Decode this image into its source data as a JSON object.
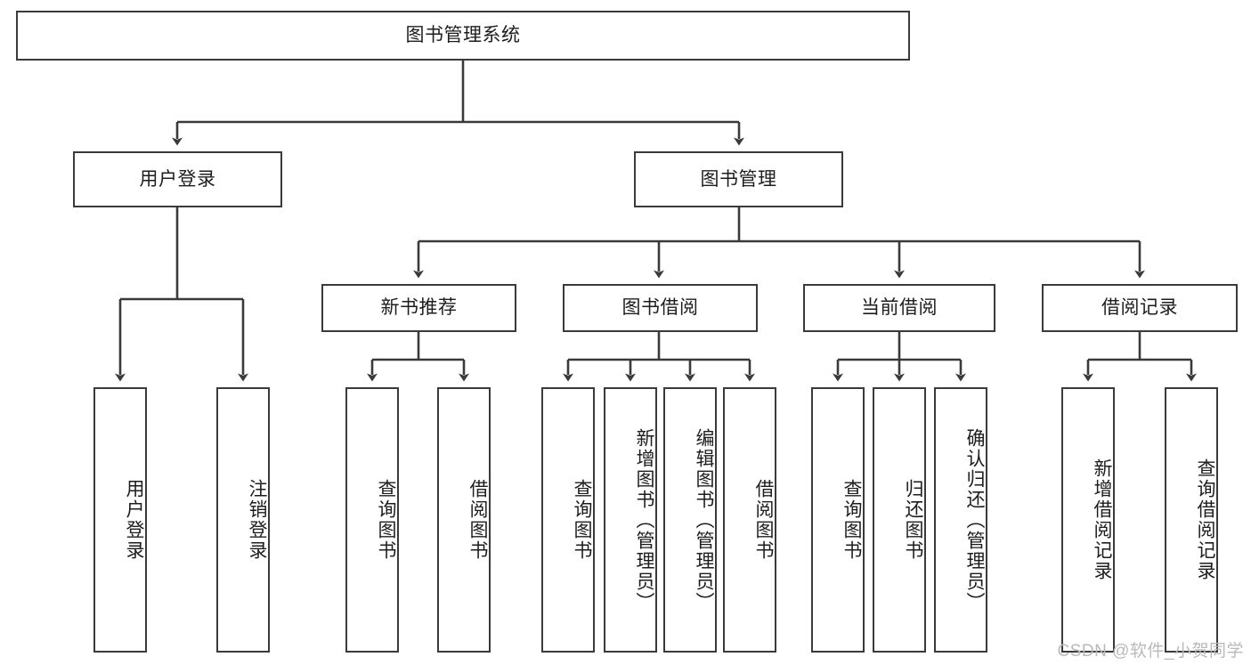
{
  "diagram": {
    "title": "图书管理系统",
    "type": "tree-hierarchy",
    "watermark": "CSDN @软件_小贺同学",
    "colors": {
      "box_border": "#3a3a3a",
      "box_fill": "#ffffff",
      "connector": "#3a3a3a",
      "text": "#1d1d1d",
      "watermark": "#b9b9b9",
      "background": "#ffffff"
    },
    "nodes": {
      "root": {
        "label": "图书管理系统",
        "orientation": "horizontal"
      },
      "level2": [
        {
          "id": "user-login",
          "label": "用户登录",
          "orientation": "horizontal"
        },
        {
          "id": "book-management",
          "label": "图书管理",
          "orientation": "horizontal"
        }
      ],
      "level3": [
        {
          "id": "new-book-recommend",
          "label": "新书推荐",
          "orientation": "horizontal"
        },
        {
          "id": "book-borrow",
          "label": "图书借阅",
          "orientation": "horizontal"
        },
        {
          "id": "current-borrow",
          "label": "当前借阅",
          "orientation": "horizontal"
        },
        {
          "id": "borrow-record",
          "label": "借阅记录",
          "orientation": "horizontal"
        }
      ],
      "leaves": [
        {
          "id": "leaf-user-login",
          "parent": "user-login",
          "label": "用户登录",
          "orientation": "vertical"
        },
        {
          "id": "leaf-logout",
          "parent": "user-login",
          "label": "注销登录",
          "orientation": "vertical"
        },
        {
          "id": "leaf-query-book-1",
          "parent": "new-book-recommend",
          "label": "查询图书",
          "orientation": "vertical"
        },
        {
          "id": "leaf-borrow-book-1",
          "parent": "new-book-recommend",
          "label": "借阅图书",
          "orientation": "vertical"
        },
        {
          "id": "leaf-query-book-2",
          "parent": "book-borrow",
          "label": "查询图书",
          "orientation": "vertical"
        },
        {
          "id": "leaf-add-book",
          "parent": "book-borrow",
          "label": "新增图书（管理员）",
          "orientation": "vertical"
        },
        {
          "id": "leaf-edit-book",
          "parent": "book-borrow",
          "label": "编辑图书（管理员）",
          "orientation": "vertical"
        },
        {
          "id": "leaf-borrow-book-2",
          "parent": "book-borrow",
          "label": "借阅图书",
          "orientation": "vertical"
        },
        {
          "id": "leaf-query-book-3",
          "parent": "current-borrow",
          "label": "查询图书",
          "orientation": "vertical"
        },
        {
          "id": "leaf-return-book",
          "parent": "current-borrow",
          "label": "归还图书",
          "orientation": "vertical"
        },
        {
          "id": "leaf-confirm-return",
          "parent": "current-borrow",
          "label": "确认归还（管理员）",
          "orientation": "vertical"
        },
        {
          "id": "leaf-add-record",
          "parent": "borrow-record",
          "label": "新增借阅记录",
          "orientation": "vertical"
        },
        {
          "id": "leaf-query-record",
          "parent": "borrow-record",
          "label": "查询借阅记录",
          "orientation": "vertical"
        }
      ]
    }
  }
}
